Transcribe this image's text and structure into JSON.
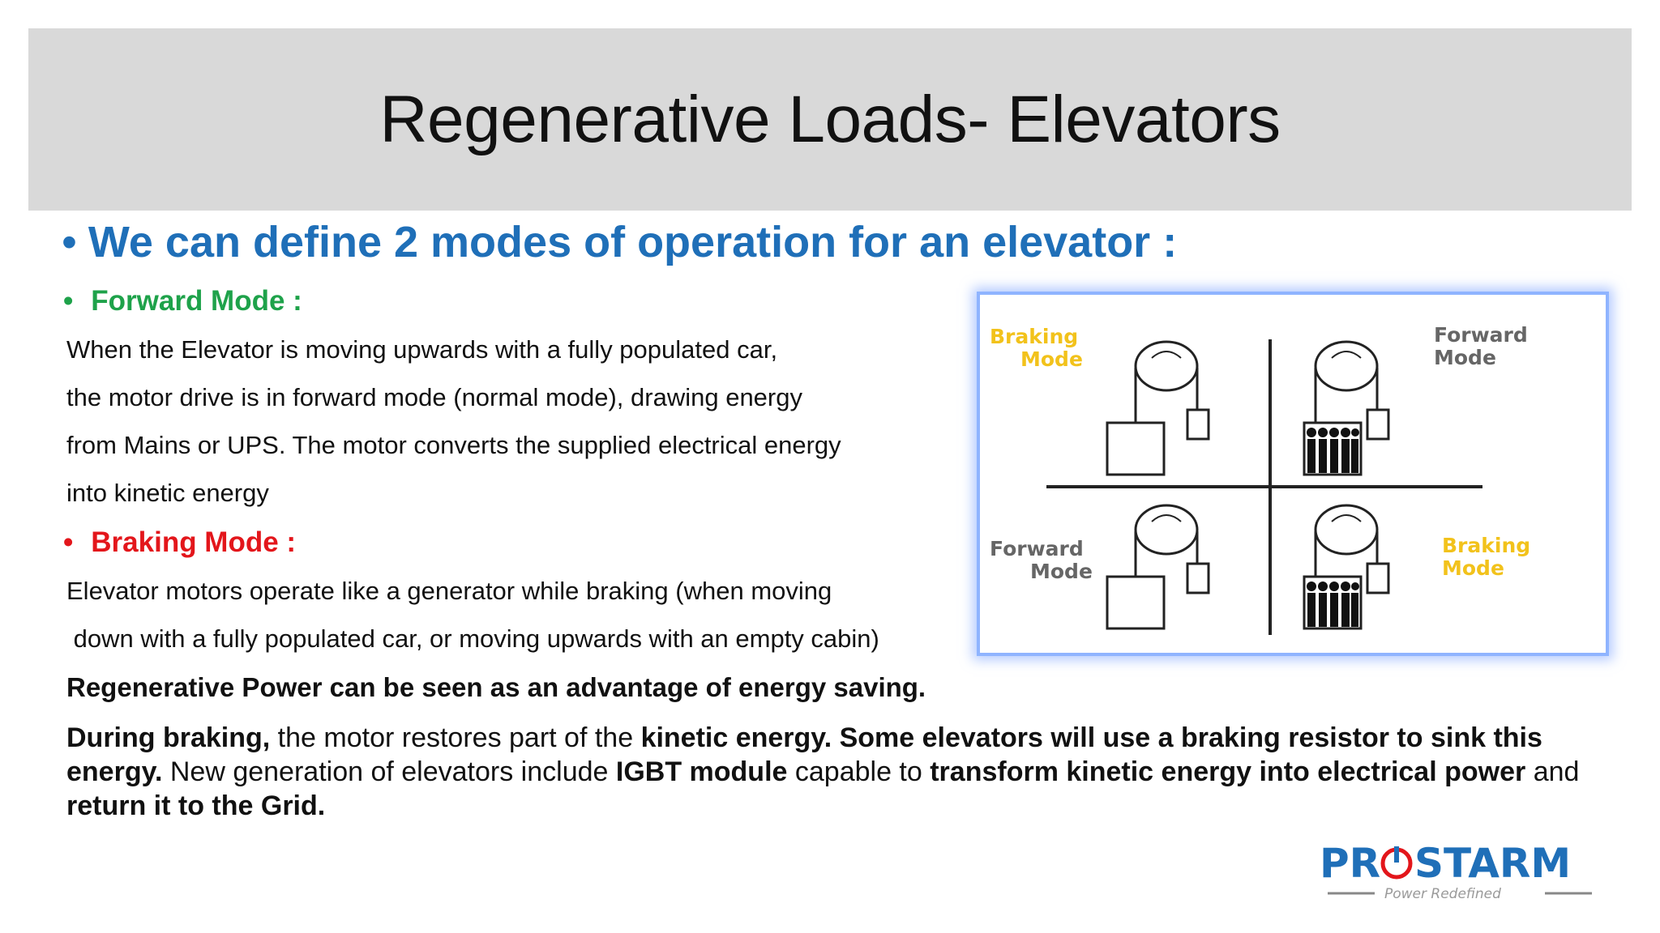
{
  "slide": {
    "title": "Regenerative Loads- Elevators",
    "main_bullet": "We can define 2 modes of operation for an elevator :",
    "forward_heading": "Forward Mode :",
    "forward_lines": [
      "When the Elevator is moving upwards with a fully populated car,",
      "the motor drive is in forward mode (normal mode), drawing energy",
      "from Mains or UPS. The motor converts the supplied electrical energy",
      "into kinetic energy"
    ],
    "braking_heading": "Braking Mode :",
    "braking_lines": [
      "Elevator motors operate like a generator while braking (when moving",
      " down with a fully populated car, or moving upwards with an empty cabin)"
    ],
    "advantage": "Regenerative Power can be seen as an advantage of energy saving.",
    "para": {
      "p1": "During braking,",
      "p2": " the motor restores part of the ",
      "p3": "kinetic energy. Some elevators will use a braking resistor to sink this energy.",
      "p4": " New generation of elevators include ",
      "p5": "IGBT module",
      "p6": " capable to ",
      "p7": "transform kinetic energy into electrical power",
      "p8": " and ",
      "p9": "return it to the Grid."
    }
  },
  "figure": {
    "top_left": [
      "Braking",
      "Mode"
    ],
    "top_right": [
      "Forward",
      "Mode"
    ],
    "bottom_left": [
      "Forward",
      "Mode"
    ],
    "bottom_right": [
      "Braking",
      "Mode"
    ],
    "braking_color": "#f2c21b",
    "forward_color": "#666666"
  },
  "logo": {
    "name_a": "PR",
    "name_b": "STARM",
    "tagline": "Power Redefined",
    "brand_color": "#1f6fb8"
  }
}
